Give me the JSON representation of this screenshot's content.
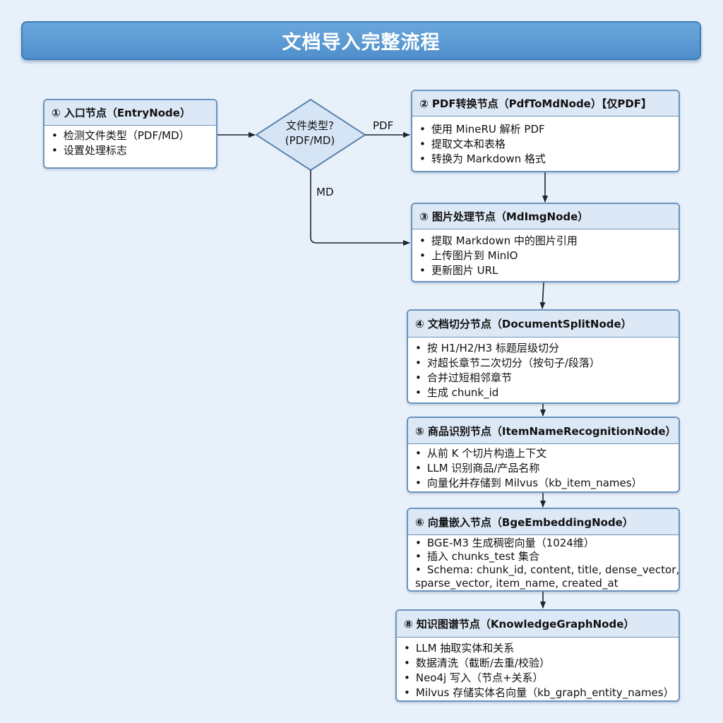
{
  "title": "文档导入完整流程",
  "decision": {
    "line1": "文件类型?",
    "line2": "(PDF/MD)"
  },
  "edge_labels": {
    "pdf": "PDF",
    "md": "MD"
  },
  "nodes": {
    "entry": {
      "title": "① 入口节点（EntryNode）",
      "items": [
        "检测文件类型（PDF/MD）",
        "设置处理标志"
      ]
    },
    "pdf": {
      "title": "② PDF转换节点（PdfToMdNode）【仅PDF】",
      "items": [
        "使用 MineRU 解析 PDF",
        "提取文本和表格",
        "转换为 Markdown 格式"
      ]
    },
    "img": {
      "title": "③ 图片处理节点（MdImgNode）",
      "items": [
        "提取 Markdown 中的图片引用",
        "上传图片到 MinIO",
        "更新图片 URL"
      ]
    },
    "split": {
      "title": "④ 文档切分节点（DocumentSplitNode）",
      "items": [
        "按 H1/H2/H3 标题层级切分",
        "对超长章节二次切分（按句子/段落）",
        "合并过短相邻章节",
        "生成 chunk_id"
      ]
    },
    "item": {
      "title": "⑤ 商品识别节点（ItemNameRecognitionNode）",
      "items": [
        "从前 K 个切片构造上下文",
        "LLM 识别商品/产品名称",
        "向量化并存储到 Milvus（kb_item_names）"
      ]
    },
    "embed": {
      "title": "⑥ 向量嵌入节点（BgeEmbeddingNode）",
      "items": [
        "BGE-M3 生成稠密向量（1024维）",
        "插入 chunks_test 集合",
        "Schema: chunk_id, content, title, dense_vector,"
      ],
      "continuation": "sparse_vector, item_name, created_at"
    },
    "kg": {
      "title": "⑧ 知识图谱节点（KnowledgeGraphNode）",
      "items": [
        "LLM 抽取实体和关系",
        "数据清洗（截断/去重/校验）",
        "Neo4j 写入（节点+关系）",
        "Milvus 存储实体名向量（kb_graph_entity_names）"
      ]
    }
  },
  "colors": {
    "background": "#e8f1fa",
    "title_bar": "#5b9bd5",
    "node_border": "#6b93bd",
    "node_header": "#dce8f6",
    "diamond_fill": "#d6e5f5",
    "connector": "#1b2533"
  }
}
